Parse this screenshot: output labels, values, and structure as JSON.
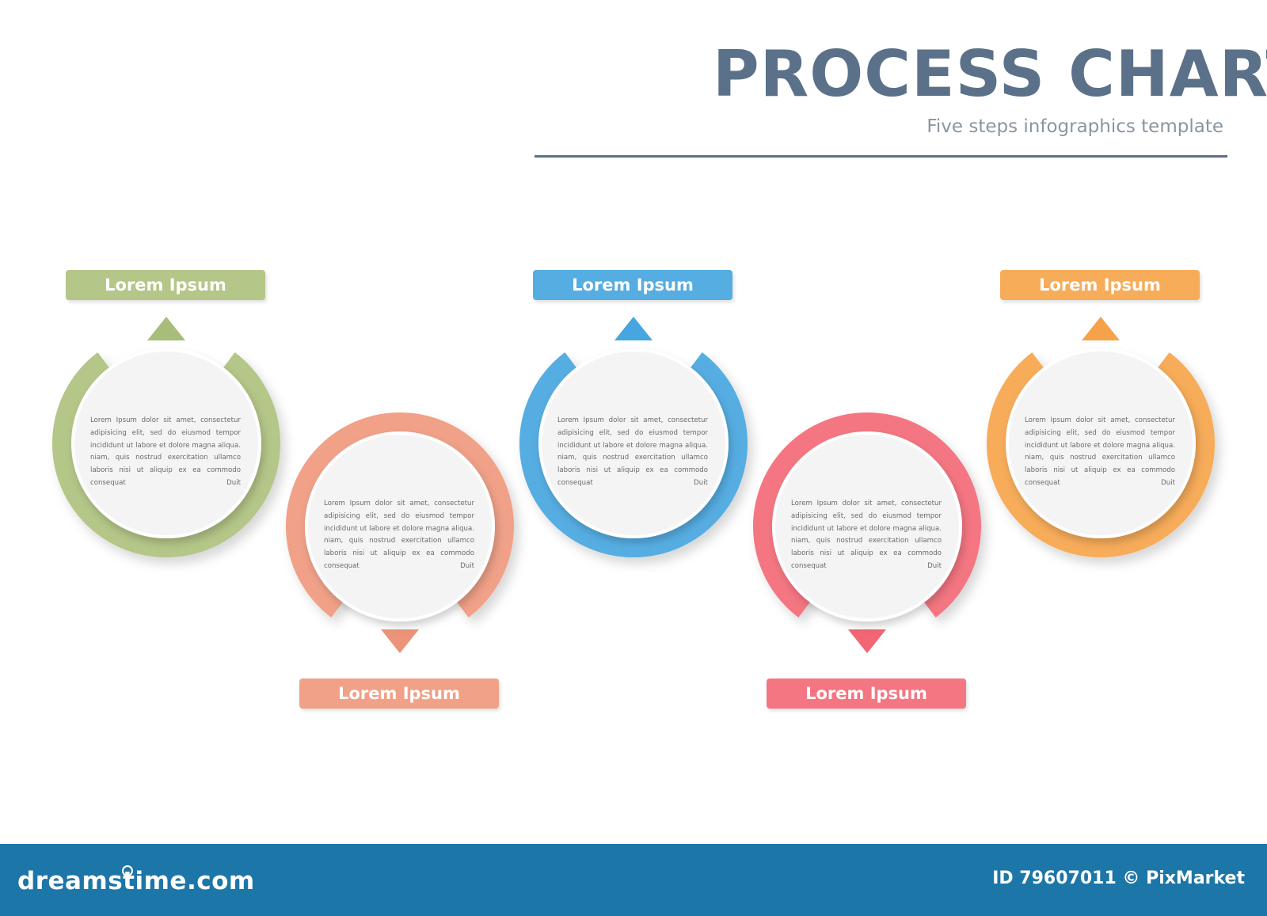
{
  "header": {
    "title": "PROCESS CHART",
    "subtitle": "Five steps infographics template"
  },
  "steps": [
    {
      "label": "Lorem Ipsum",
      "text": "Lorem Ipsum dolor sit amet, consectetur adipisicing elit, sed do eiusmod tempor incididunt ut labore et dolore magna aliqua. niam, quis nostrud exercitation ullamco laboris nisi ut aliquip ex ea commodo consequat Duit",
      "color": "#b4c688",
      "arrow_color": "#a7bd79",
      "orientation": "up"
    },
    {
      "label": "Lorem Ipsum",
      "text": "Lorem Ipsum dolor sit amet, consectetur adipisicing elit, sed do eiusmod tempor incididunt ut labore et dolore magna aliqua. niam, quis nostrud exercitation ullamco laboris nisi ut aliquip ex ea commodo consequat Duit",
      "color": "#f0a188",
      "arrow_color": "#ec9479",
      "orientation": "down"
    },
    {
      "label": "Lorem Ipsum",
      "text": "Lorem Ipsum dolor sit amet, consectetur adipisicing elit, sed do eiusmod tempor incididunt ut labore et dolore magna aliqua. niam, quis nostrud exercitation ullamco laboris nisi ut aliquip ex ea commodo consequat Duit",
      "color": "#56ade2",
      "arrow_color": "#47a5df",
      "orientation": "up"
    },
    {
      "label": "Lorem Ipsum",
      "text": "Lorem Ipsum dolor sit amet, consectetur adipisicing elit, sed do eiusmod tempor incididunt ut labore et dolore magna aliqua. niam, quis nostrud exercitation ullamco laboris nisi ut aliquip ex ea commodo consequat Duit",
      "color": "#f47682",
      "arrow_color": "#f26572",
      "orientation": "down"
    },
    {
      "label": "Lorem Ipsum",
      "text": "Lorem Ipsum dolor sit amet, consectetur adipisicing elit, sed do eiusmod tempor incididunt ut labore et dolore magna aliqua. niam, quis nostrud exercitation ullamco laboris nisi ut aliquip ex ea commodo consequat Duit",
      "color": "#f7ac5a",
      "arrow_color": "#f5a24a",
      "orientation": "up"
    }
  ],
  "footer": {
    "brand": "dreamstime.com",
    "image_id": "ID 79607011 © PixMarket"
  }
}
